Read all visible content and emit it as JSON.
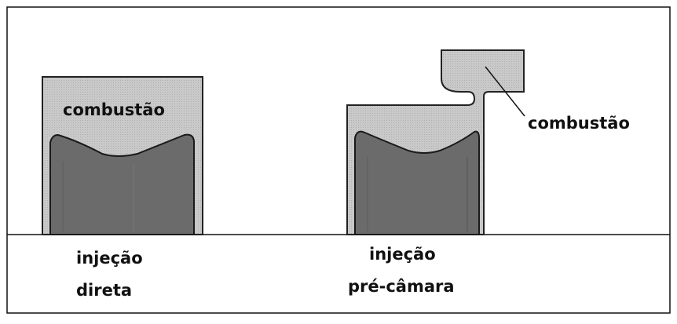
{
  "colors": {
    "frame": "#111111",
    "combustion_fill": "#c8c8c8",
    "liquid_fill": "#6a6a6a",
    "outline": "#222222"
  },
  "direct_injection": {
    "combustion_label": "combustão",
    "caption_line1": "injeção",
    "caption_line2": "direta"
  },
  "prechamber_injection": {
    "combustion_label": "combustão",
    "caption_line1": "injeção",
    "caption_line2": "pré-câmara"
  }
}
